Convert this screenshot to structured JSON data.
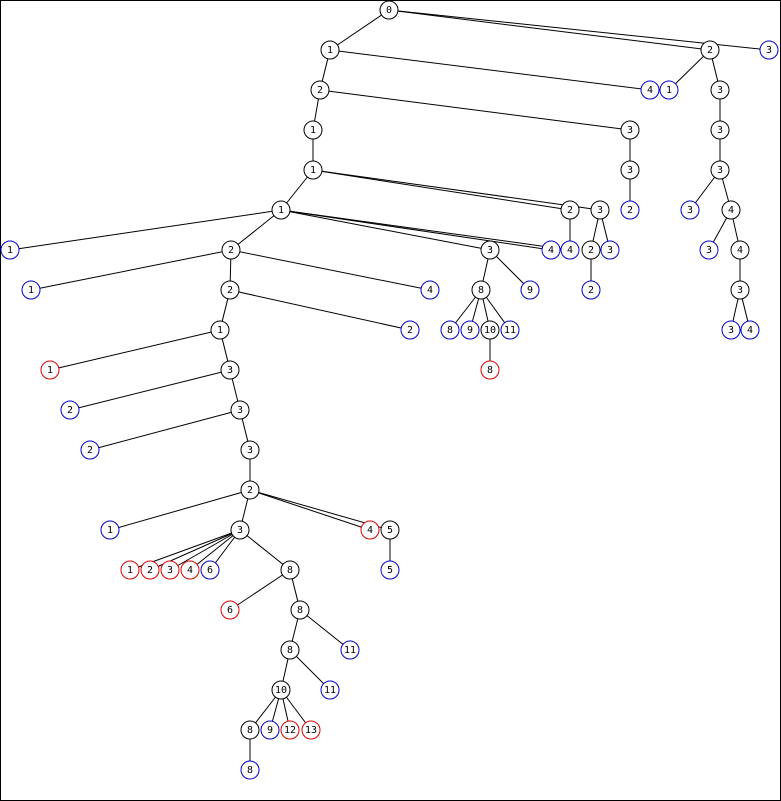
{
  "colors": {
    "inner_node": "#000000",
    "blue_leaf": "#0000cc",
    "red_leaf": "#dd0000",
    "edge": "#000000",
    "background": "#ffffff"
  },
  "tree": {
    "nodes": [
      {
        "id": "n0",
        "label": "0",
        "kind": "inner"
      },
      {
        "id": "n1",
        "label": "1",
        "kind": "inner"
      },
      {
        "id": "n2",
        "label": "2",
        "kind": "inner"
      },
      {
        "id": "n3",
        "label": "3",
        "kind": "blue"
      },
      {
        "id": "n4",
        "label": "2",
        "kind": "inner"
      },
      {
        "id": "n5",
        "label": "4",
        "kind": "blue"
      },
      {
        "id": "n6",
        "label": "1",
        "kind": "blue"
      },
      {
        "id": "n7",
        "label": "3",
        "kind": "inner"
      },
      {
        "id": "n8",
        "label": "1",
        "kind": "inner"
      },
      {
        "id": "n9",
        "label": "3",
        "kind": "inner"
      },
      {
        "id": "n10",
        "label": "3",
        "kind": "inner"
      },
      {
        "id": "n11",
        "label": "1",
        "kind": "inner"
      },
      {
        "id": "n12",
        "label": "3",
        "kind": "inner"
      },
      {
        "id": "n13",
        "label": "3",
        "kind": "inner"
      },
      {
        "id": "n14",
        "label": "1",
        "kind": "inner"
      },
      {
        "id": "n15",
        "label": "2",
        "kind": "blue"
      },
      {
        "id": "n16",
        "label": "3",
        "kind": "blue"
      },
      {
        "id": "n17",
        "label": "4",
        "kind": "inner"
      },
      {
        "id": "n18",
        "label": "1",
        "kind": "inner"
      },
      {
        "id": "n19",
        "label": "2",
        "kind": "inner"
      },
      {
        "id": "n20",
        "label": "3",
        "kind": "inner"
      },
      {
        "id": "n21",
        "label": "3",
        "kind": "blue"
      },
      {
        "id": "n22",
        "label": "4",
        "kind": "inner"
      },
      {
        "id": "n23",
        "label": "1",
        "kind": "blue"
      },
      {
        "id": "n24",
        "label": "2",
        "kind": "inner"
      },
      {
        "id": "n25",
        "label": "3",
        "kind": "inner"
      },
      {
        "id": "n26",
        "label": "4",
        "kind": "blue"
      },
      {
        "id": "n27",
        "label": "4",
        "kind": "blue"
      },
      {
        "id": "n28",
        "label": "2",
        "kind": "inner"
      },
      {
        "id": "n29",
        "label": "3",
        "kind": "blue"
      },
      {
        "id": "n30",
        "label": "3",
        "kind": "inner"
      },
      {
        "id": "n31",
        "label": "1",
        "kind": "blue"
      },
      {
        "id": "n32",
        "label": "2",
        "kind": "inner"
      },
      {
        "id": "n33",
        "label": "4",
        "kind": "blue"
      },
      {
        "id": "n34",
        "label": "8",
        "kind": "inner"
      },
      {
        "id": "n35",
        "label": "9",
        "kind": "blue"
      },
      {
        "id": "n36",
        "label": "2",
        "kind": "blue"
      },
      {
        "id": "n37",
        "label": "3",
        "kind": "blue"
      },
      {
        "id": "n38",
        "label": "4",
        "kind": "blue"
      },
      {
        "id": "n39",
        "label": "1",
        "kind": "inner"
      },
      {
        "id": "n40",
        "label": "2",
        "kind": "blue"
      },
      {
        "id": "n41",
        "label": "8",
        "kind": "blue"
      },
      {
        "id": "n42",
        "label": "9",
        "kind": "blue"
      },
      {
        "id": "n43",
        "label": "10",
        "kind": "inner"
      },
      {
        "id": "n44",
        "label": "11",
        "kind": "blue"
      },
      {
        "id": "n45",
        "label": "1",
        "kind": "red"
      },
      {
        "id": "n46",
        "label": "3",
        "kind": "inner"
      },
      {
        "id": "n47",
        "label": "8",
        "kind": "red"
      },
      {
        "id": "n48",
        "label": "2",
        "kind": "blue"
      },
      {
        "id": "n49",
        "label": "3",
        "kind": "inner"
      },
      {
        "id": "n50",
        "label": "2",
        "kind": "blue"
      },
      {
        "id": "n51",
        "label": "3",
        "kind": "inner"
      },
      {
        "id": "n52",
        "label": "2",
        "kind": "inner"
      },
      {
        "id": "n53",
        "label": "1",
        "kind": "blue"
      },
      {
        "id": "n54",
        "label": "3",
        "kind": "inner"
      },
      {
        "id": "n55",
        "label": "4",
        "kind": "red"
      },
      {
        "id": "n56",
        "label": "5",
        "kind": "inner"
      },
      {
        "id": "n57",
        "label": "1",
        "kind": "red"
      },
      {
        "id": "n58",
        "label": "2",
        "kind": "red"
      },
      {
        "id": "n59",
        "label": "3",
        "kind": "red"
      },
      {
        "id": "n60",
        "label": "4",
        "kind": "red"
      },
      {
        "id": "n61",
        "label": "6",
        "kind": "blue"
      },
      {
        "id": "n62",
        "label": "8",
        "kind": "inner"
      },
      {
        "id": "n63",
        "label": "5",
        "kind": "blue"
      },
      {
        "id": "n64",
        "label": "6",
        "kind": "red"
      },
      {
        "id": "n65",
        "label": "8",
        "kind": "inner"
      },
      {
        "id": "n66",
        "label": "8",
        "kind": "inner"
      },
      {
        "id": "n67",
        "label": "11",
        "kind": "blue"
      },
      {
        "id": "n68",
        "label": "10",
        "kind": "inner"
      },
      {
        "id": "n69",
        "label": "11",
        "kind": "blue"
      },
      {
        "id": "n70",
        "label": "8",
        "kind": "inner"
      },
      {
        "id": "n71",
        "label": "9",
        "kind": "blue"
      },
      {
        "id": "n72",
        "label": "12",
        "kind": "red"
      },
      {
        "id": "n73",
        "label": "13",
        "kind": "red"
      },
      {
        "id": "n74",
        "label": "8",
        "kind": "blue"
      }
    ],
    "edges": [
      [
        "n0",
        "n1"
      ],
      [
        "n0",
        "n2"
      ],
      [
        "n0",
        "n3"
      ],
      [
        "n1",
        "n4"
      ],
      [
        "n1",
        "n5"
      ],
      [
        "n2",
        "n6"
      ],
      [
        "n2",
        "n7"
      ],
      [
        "n4",
        "n8"
      ],
      [
        "n4",
        "n9"
      ],
      [
        "n7",
        "n10"
      ],
      [
        "n8",
        "n11"
      ],
      [
        "n9",
        "n12"
      ],
      [
        "n10",
        "n13"
      ],
      [
        "n11",
        "n14"
      ],
      [
        "n11",
        "n19"
      ],
      [
        "n11",
        "n20"
      ],
      [
        "n12",
        "n15"
      ],
      [
        "n13",
        "n16"
      ],
      [
        "n13",
        "n17"
      ],
      [
        "n14",
        "n23"
      ],
      [
        "n14",
        "n24"
      ],
      [
        "n14",
        "n25"
      ],
      [
        "n14",
        "n26"
      ],
      [
        "n14",
        "n27"
      ],
      [
        "n19",
        "n27"
      ],
      [
        "n20",
        "n28"
      ],
      [
        "n20",
        "n29"
      ],
      [
        "n17",
        "n21"
      ],
      [
        "n17",
        "n22"
      ],
      [
        "n22",
        "n30"
      ],
      [
        "n24",
        "n31"
      ],
      [
        "n24",
        "n32"
      ],
      [
        "n24",
        "n33"
      ],
      [
        "n25",
        "n34"
      ],
      [
        "n25",
        "n35"
      ],
      [
        "n28",
        "n36"
      ],
      [
        "n30",
        "n37"
      ],
      [
        "n30",
        "n38"
      ],
      [
        "n32",
        "n39"
      ],
      [
        "n32",
        "n40"
      ],
      [
        "n34",
        "n41"
      ],
      [
        "n34",
        "n42"
      ],
      [
        "n34",
        "n43"
      ],
      [
        "n34",
        "n44"
      ],
      [
        "n39",
        "n45"
      ],
      [
        "n39",
        "n46"
      ],
      [
        "n43",
        "n47"
      ],
      [
        "n46",
        "n48"
      ],
      [
        "n46",
        "n49"
      ],
      [
        "n49",
        "n50"
      ],
      [
        "n49",
        "n51"
      ],
      [
        "n51",
        "n52"
      ],
      [
        "n52",
        "n53"
      ],
      [
        "n52",
        "n54"
      ],
      [
        "n52",
        "n55"
      ],
      [
        "n52",
        "n56"
      ],
      [
        "n54",
        "n57"
      ],
      [
        "n54",
        "n58"
      ],
      [
        "n54",
        "n59"
      ],
      [
        "n54",
        "n60"
      ],
      [
        "n54",
        "n61"
      ],
      [
        "n54",
        "n62"
      ],
      [
        "n56",
        "n63"
      ],
      [
        "n62",
        "n64"
      ],
      [
        "n62",
        "n65"
      ],
      [
        "n65",
        "n66"
      ],
      [
        "n65",
        "n67"
      ],
      [
        "n66",
        "n68"
      ],
      [
        "n66",
        "n69"
      ],
      [
        "n68",
        "n70"
      ],
      [
        "n68",
        "n71"
      ],
      [
        "n68",
        "n72"
      ],
      [
        "n68",
        "n73"
      ],
      [
        "n70",
        "n74"
      ]
    ]
  }
}
